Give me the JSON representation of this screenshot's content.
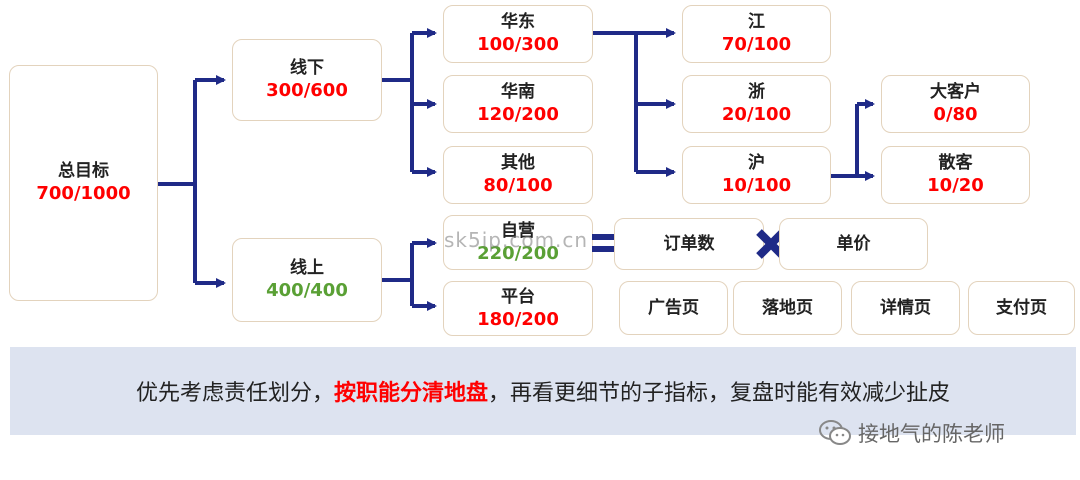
{
  "nodes": {
    "total": {
      "name": "总目标",
      "value": "700/1000"
    },
    "offline": {
      "name": "线下",
      "value": "300/600"
    },
    "online": {
      "name": "线上",
      "value": "400/400"
    },
    "east": {
      "name": "华东",
      "value": "100/300"
    },
    "south": {
      "name": "华南",
      "value": "120/200"
    },
    "other": {
      "name": "其他",
      "value": "80/100"
    },
    "jiang": {
      "name": "江",
      "value": "70/100"
    },
    "zhe": {
      "name": "浙",
      "value": "20/100"
    },
    "hu": {
      "name": "沪",
      "value": "10/100"
    },
    "big_customer": {
      "name": "大客户",
      "value": "0/80"
    },
    "retail_customer": {
      "name": "散客",
      "value": "10/20"
    },
    "self_operated": {
      "name": "自营",
      "value": "220/200"
    },
    "platform": {
      "name": "平台",
      "value": "180/200"
    },
    "order_count": {
      "name": "订单数"
    },
    "unit_price": {
      "name": "单价"
    },
    "ad_page": {
      "name": "广告页"
    },
    "landing_page": {
      "name": "落地页"
    },
    "detail_page": {
      "name": "详情页"
    },
    "pay_page": {
      "name": "支付页"
    }
  },
  "banner": {
    "before": "优先考虑责任划分，",
    "highlight": "按职能分清地盘",
    "after": "，再看更细节的子指标，复盘时能有效减少扯皮"
  },
  "watermark": "sk5ip.com.cn",
  "footer": "接地气的陈老师",
  "colors": {
    "connector": "#1f2a87",
    "value_red": "#ff0000",
    "value_green": "#5aa035",
    "banner_bg": "#dde3f0"
  }
}
